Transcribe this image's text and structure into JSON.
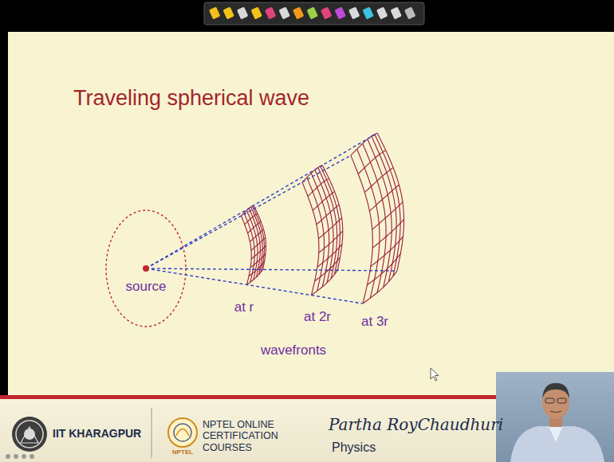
{
  "diagram": {
    "title": "Traveling spherical wave",
    "labels": [
      "source",
      "at r",
      "at 2r",
      "at 3r",
      "wavefronts",
      "IIT KHARAGPUR",
      "NPTEL",
      "NPTEL ONLINE CERTIFICATION COURSES",
      "Partha RoyChaudhuri",
      "Physics"
    ]
  }
}
